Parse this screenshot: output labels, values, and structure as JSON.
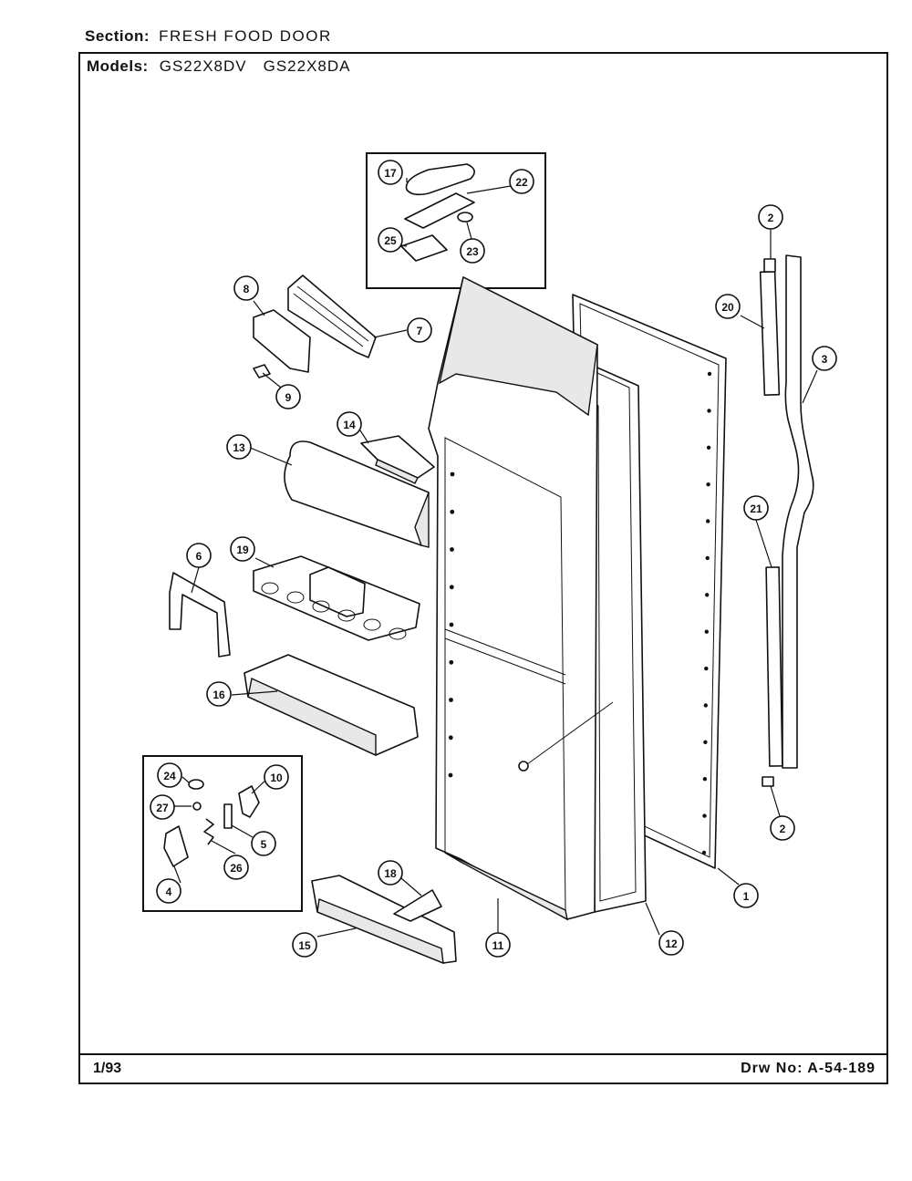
{
  "header": {
    "section_label": "Section:",
    "section_value": "FRESH FOOD DOOR",
    "models_label": "Models:",
    "model_1": "GS22X8DV",
    "model_2": "GS22X8DA"
  },
  "footer": {
    "date": "1/93",
    "drawing_no": "Drw No: A-54-189"
  },
  "callouts": [
    {
      "id": "1",
      "label": "1"
    },
    {
      "id": "2a",
      "label": "2"
    },
    {
      "id": "2b",
      "label": "2"
    },
    {
      "id": "3",
      "label": "3"
    },
    {
      "id": "4",
      "label": "4"
    },
    {
      "id": "5",
      "label": "5"
    },
    {
      "id": "6",
      "label": "6"
    },
    {
      "id": "7",
      "label": "7"
    },
    {
      "id": "8",
      "label": "8"
    },
    {
      "id": "9",
      "label": "9"
    },
    {
      "id": "10",
      "label": "10"
    },
    {
      "id": "11",
      "label": "11"
    },
    {
      "id": "12",
      "label": "12"
    },
    {
      "id": "13",
      "label": "13"
    },
    {
      "id": "14",
      "label": "14"
    },
    {
      "id": "15",
      "label": "15"
    },
    {
      "id": "16",
      "label": "16"
    },
    {
      "id": "17",
      "label": "17"
    },
    {
      "id": "18",
      "label": "18"
    },
    {
      "id": "19",
      "label": "19"
    },
    {
      "id": "20",
      "label": "20"
    },
    {
      "id": "21",
      "label": "21"
    },
    {
      "id": "22",
      "label": "22"
    },
    {
      "id": "23",
      "label": "23"
    },
    {
      "id": "24",
      "label": "24"
    },
    {
      "id": "25",
      "label": "25"
    },
    {
      "id": "26",
      "label": "26"
    },
    {
      "id": "27",
      "label": "27"
    }
  ]
}
